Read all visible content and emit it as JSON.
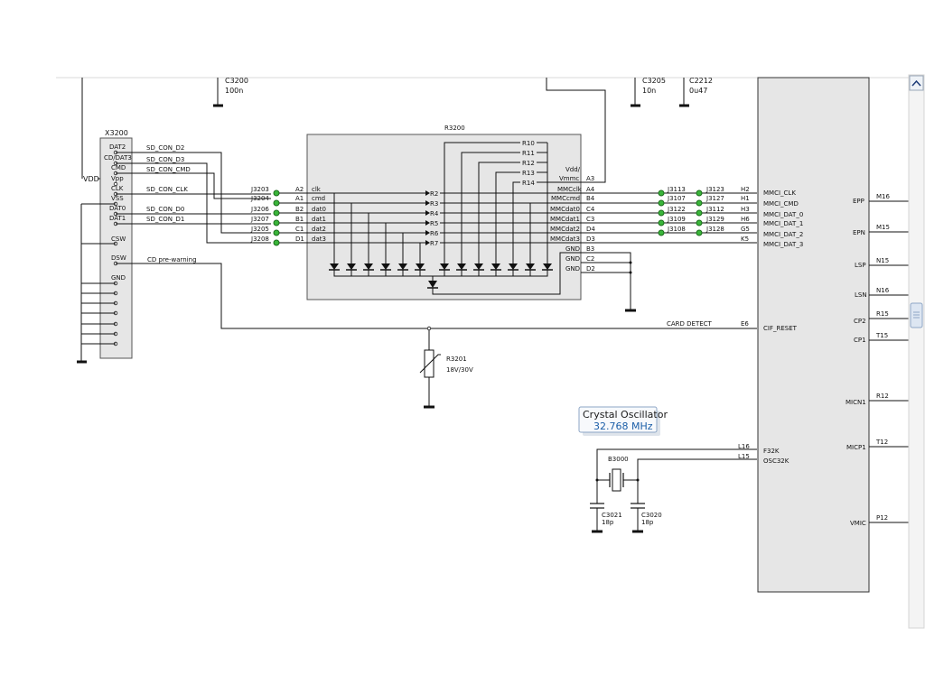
{
  "components": {
    "c3200": {
      "ref": "C3200",
      "value": "100n"
    },
    "c3205": {
      "ref": "C3205",
      "value": "10n"
    },
    "c2212": {
      "ref": "C2212",
      "value": "0u47"
    },
    "x3200": {
      "ref": "X3200",
      "pins": [
        "DAT2",
        "CD/DAT3",
        "CMD",
        "Vpp",
        "CLK",
        "VSS",
        "DAT0",
        "DAT1",
        "CSW",
        "DSW",
        "GND"
      ]
    },
    "r3200": {
      "ref": "R3200"
    },
    "r3201": {
      "ref": "R3201",
      "value": "18V/30V"
    },
    "b3000": {
      "ref": "B3000"
    },
    "c3021": {
      "ref": "C3021",
      "value": "18p"
    },
    "c3020": {
      "ref": "C3020",
      "value": "18p"
    }
  },
  "nets": {
    "vdd": "VDD",
    "sd_con_d2": "SD_CON_D2",
    "sd_con_d3": "SD_CON_D3",
    "sd_con_cmd": "SD_CON_CMD",
    "sd_con_clk": "SD_CON_CLK",
    "sd_con_d0": "SD_CON_D0",
    "sd_con_d1": "SD_CON_D1",
    "cd_prewarn": "CD pre-warning",
    "card_detect": "CARD DETECT"
  },
  "left_tp": [
    {
      "tp": "J3203",
      "pin": "A2",
      "sig": "clk"
    },
    {
      "tp": "J3204",
      "pin": "A1",
      "sig": "cmd"
    },
    {
      "tp": "J3206",
      "pin": "B2",
      "sig": "dat0"
    },
    {
      "tp": "J3207",
      "pin": "B1",
      "sig": "dat1"
    },
    {
      "tp": "J3205",
      "pin": "C1",
      "sig": "dat2"
    },
    {
      "tp": "J3208",
      "pin": "D1",
      "sig": "dat3"
    }
  ],
  "r_left": [
    "R2",
    "R3",
    "R4",
    "R5",
    "R6",
    "R7"
  ],
  "r_top": [
    "R10",
    "R11",
    "R12",
    "R13",
    "R14"
  ],
  "r3200_pins": [
    {
      "name": "Vdd/",
      "pin": ""
    },
    {
      "name": "Vmmc",
      "pin": "A3"
    },
    {
      "name": "MMCclk",
      "pin": "A4"
    },
    {
      "name": "MMCcmd",
      "pin": "B4"
    },
    {
      "name": "MMCdat0",
      "pin": "C4"
    },
    {
      "name": "MMCdat1",
      "pin": "C3"
    },
    {
      "name": "MMCdat2",
      "pin": "D4"
    },
    {
      "name": "MMCdat3",
      "pin": "D3"
    },
    {
      "name": "GND",
      "pin": "B3"
    },
    {
      "name": "GND",
      "pin": "C2"
    },
    {
      "name": "GND",
      "pin": "D2"
    }
  ],
  "right_tp": [
    {
      "a": "J3113",
      "b": "J3123",
      "pin": "H2",
      "sig": "MMCI_CLK"
    },
    {
      "a": "J3107",
      "b": "J3127",
      "pin": "H1",
      "sig": "MMCI_CMD"
    },
    {
      "a": "J3122",
      "b": "J3112",
      "pin": "H3",
      "sig": "MMCI_DAT_0"
    },
    {
      "a": "J3109",
      "b": "J3129",
      "pin": "H6",
      "sig": "MMCI_DAT_1"
    },
    {
      "a": "J3108",
      "b": "J3128",
      "pin": "G5",
      "sig": "MMCI_DAT_2"
    },
    {
      "a": "",
      "b": "",
      "pin": "K5",
      "sig": "MMCI_DAT_3"
    }
  ],
  "cif": {
    "pin": "E6",
    "sig": "CIF_RESET"
  },
  "osc": [
    {
      "pin": "L16",
      "sig": "F32K"
    },
    {
      "pin": "L15",
      "sig": "OSC32K"
    }
  ],
  "right_pins": [
    {
      "name": "EPP",
      "pin": "M16"
    },
    {
      "name": "EPN",
      "pin": "M15"
    },
    {
      "name": "LSP",
      "pin": "N15"
    },
    {
      "name": "LSN",
      "pin": "N16"
    },
    {
      "name": "CP2",
      "pin": "R15"
    },
    {
      "name": "CP1",
      "pin": "T15"
    },
    {
      "name": "MICN1",
      "pin": "R12"
    },
    {
      "name": "MICP1",
      "pin": "T12"
    },
    {
      "name": "VMIC",
      "pin": "P12"
    }
  ],
  "tooltip": {
    "title": "Crystal Oscillator",
    "freq": "32.768 MHz"
  }
}
